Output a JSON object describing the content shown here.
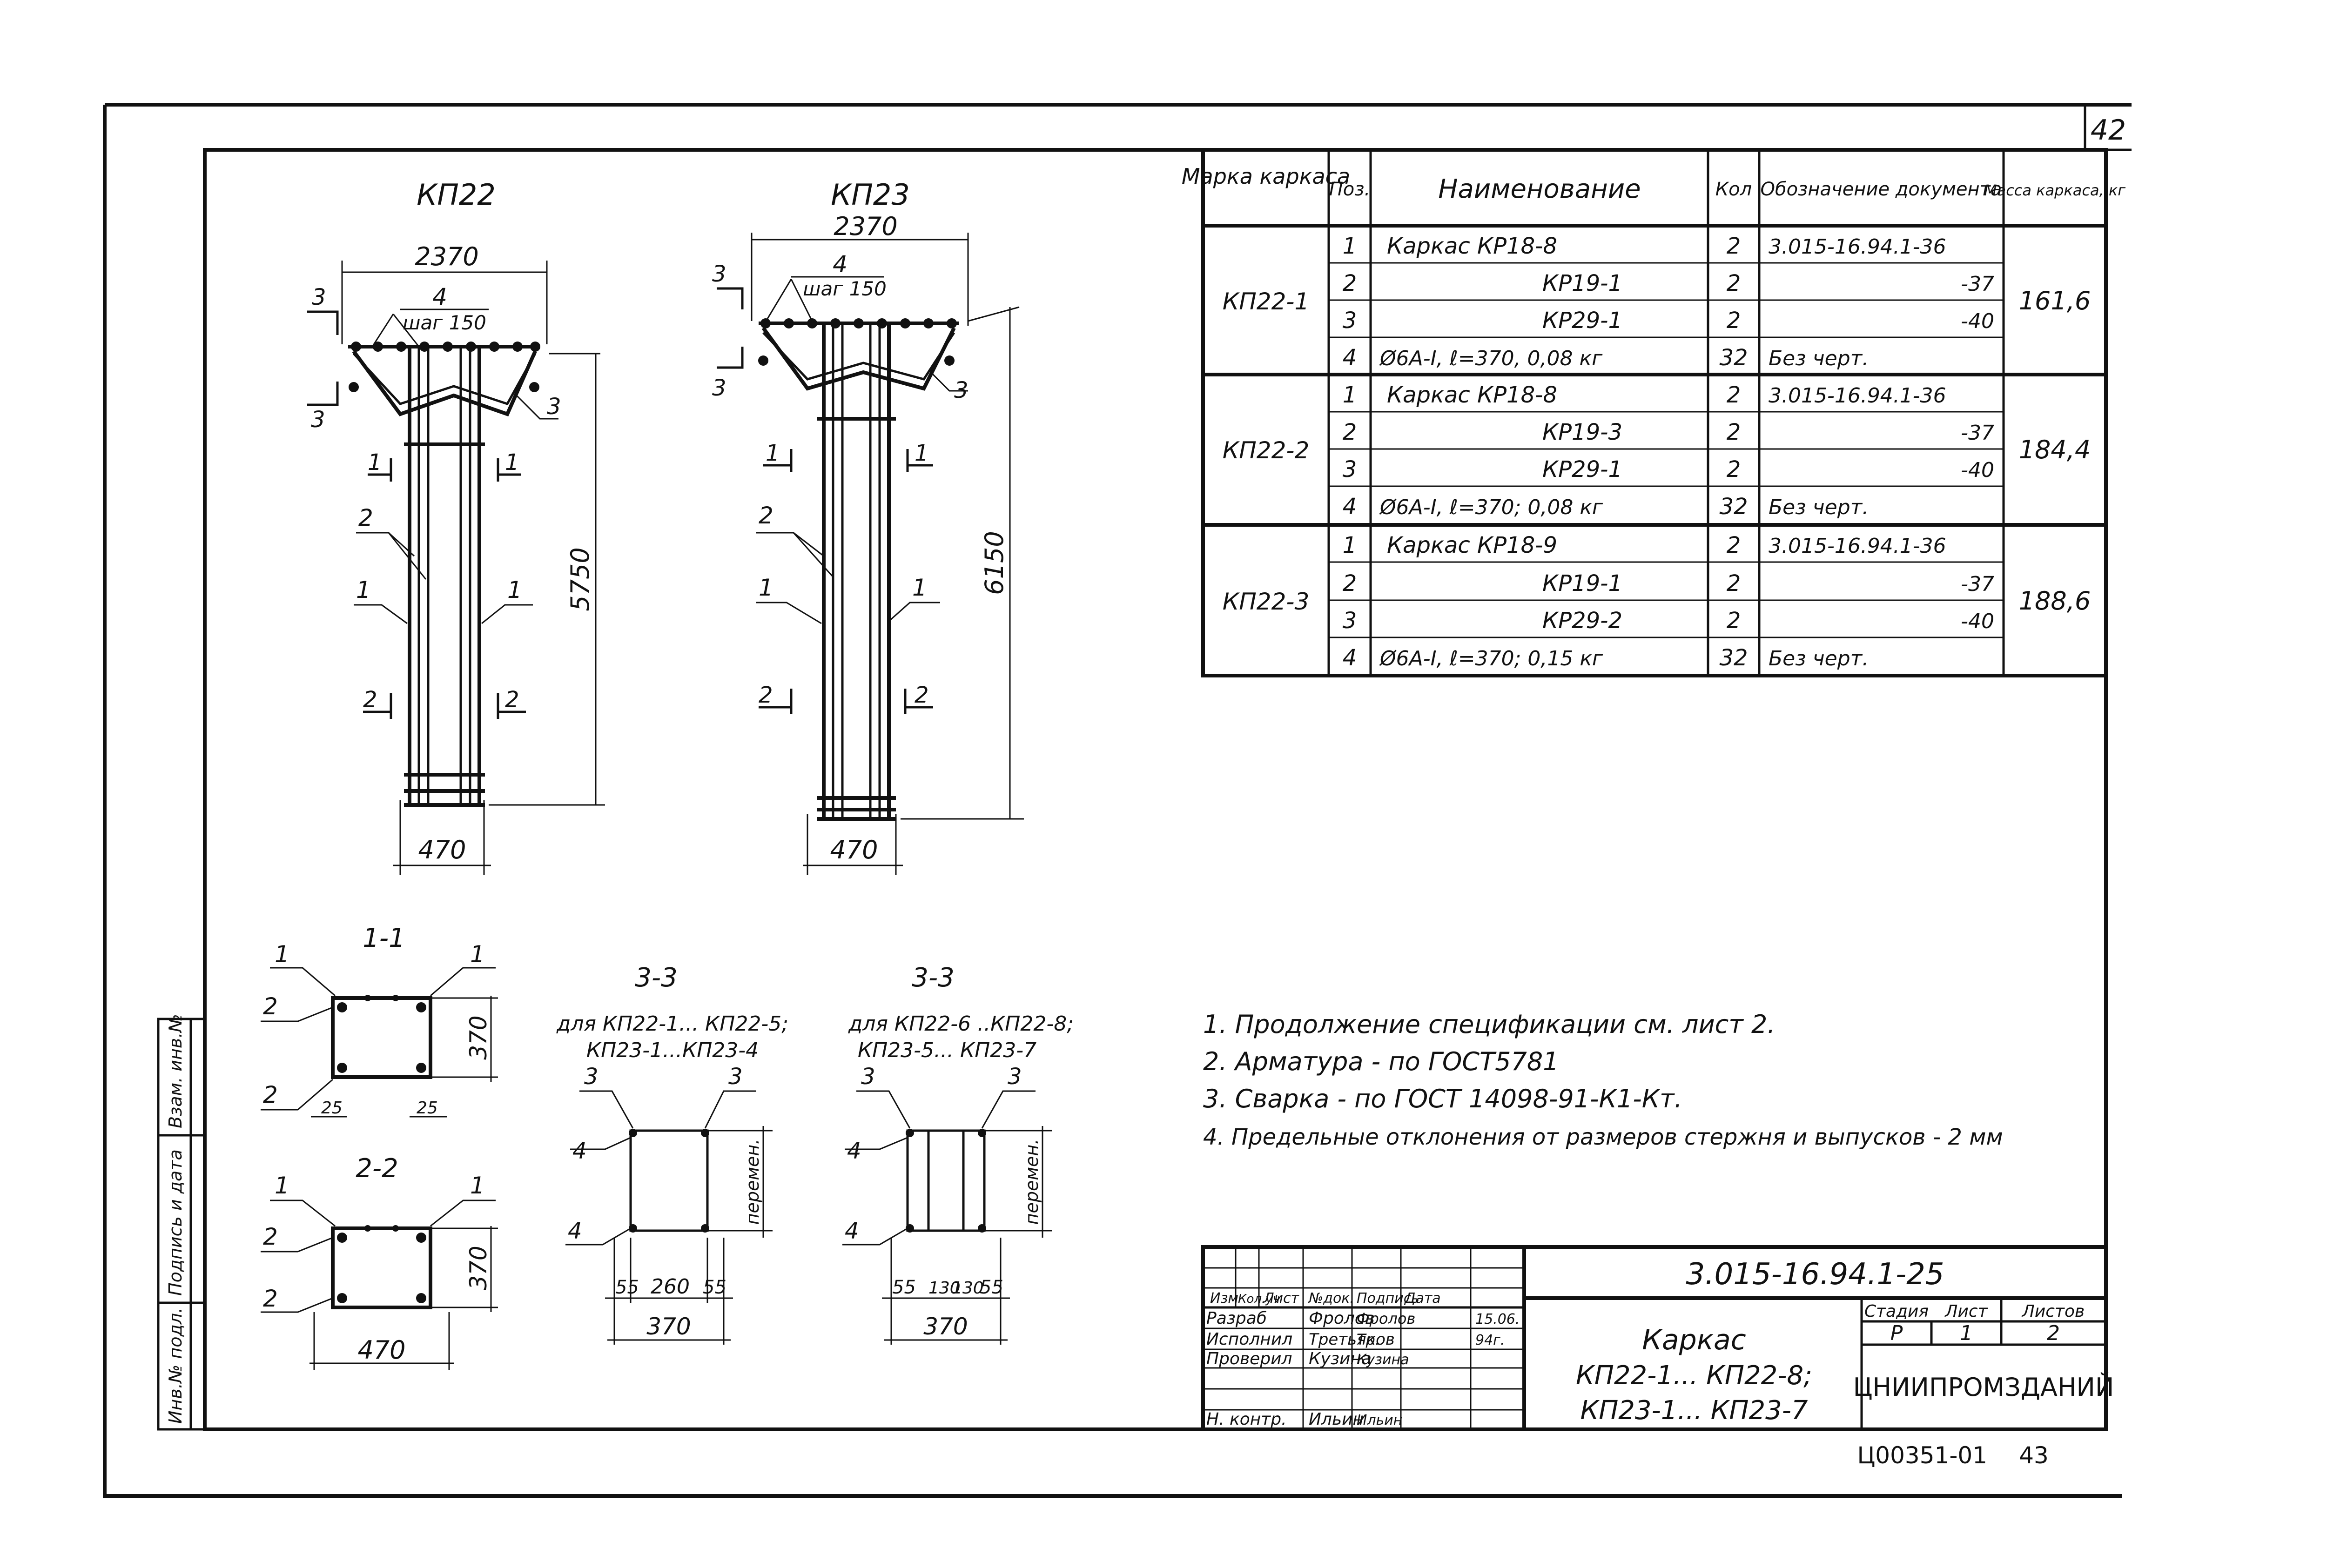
{
  "sheet": {
    "page_number": "42",
    "footer_code": "Ц00351-01",
    "footer_page": "43"
  },
  "elevations": [
    {
      "title": "КП22",
      "width_dim": "2370",
      "inner_label": "4",
      "step_label": "шаг 150",
      "height_dim": "5750",
      "bottom_dim": "470",
      "cut_a": "3",
      "cut_b": "1",
      "cut_c": "2",
      "callout_1": "1",
      "callout_2": "2",
      "callout_3": "3"
    },
    {
      "title": "КП23",
      "width_dim": "2370",
      "inner_label": "4",
      "step_label": "шаг 150",
      "height_dim": "6150",
      "bottom_dim": "470",
      "cut_a": "3",
      "cut_b": "1",
      "cut_c": "2",
      "callout_1": "1",
      "callout_2": "2",
      "callout_3": "3"
    }
  ],
  "spec_table": {
    "headers": [
      "Марка каркаса",
      "Поз.",
      "Наименование",
      "Кол",
      "Обозначение документа",
      "Масса каркаса, кг"
    ],
    "groups": [
      {
        "mark": "КП22-1",
        "mass": "161,6",
        "rows": [
          {
            "pos": "1",
            "name": "Каркас  КР18-8",
            "qty": "2",
            "doc": "3.015-16.94.1-36"
          },
          {
            "pos": "2",
            "name": "КР19-1",
            "qty": "2",
            "doc": "-37"
          },
          {
            "pos": "3",
            "name": "КР29-1",
            "qty": "2",
            "doc": "-40"
          },
          {
            "pos": "4",
            "name": "Ø6А-I, ℓ=370, 0,08 кг",
            "qty": "32",
            "doc": "Без черт."
          }
        ]
      },
      {
        "mark": "КП22-2",
        "mass": "184,4",
        "rows": [
          {
            "pos": "1",
            "name": "Каркас  КР18-8",
            "qty": "2",
            "doc": "3.015-16.94.1-36"
          },
          {
            "pos": "2",
            "name": "КР19-3",
            "qty": "2",
            "doc": "-37"
          },
          {
            "pos": "3",
            "name": "КР29-1",
            "qty": "2",
            "doc": "-40"
          },
          {
            "pos": "4",
            "name": "Ø6А-I, ℓ=370; 0,08 кг",
            "qty": "32",
            "doc": "Без черт."
          }
        ]
      },
      {
        "mark": "КП22-3",
        "mass": "188,6",
        "rows": [
          {
            "pos": "1",
            "name": "Каркас  КР18-9",
            "qty": "2",
            "doc": "3.015-16.94.1-36"
          },
          {
            "pos": "2",
            "name": "КР19-1",
            "qty": "2",
            "doc": "-37"
          },
          {
            "pos": "3",
            "name": "КР29-2",
            "qty": "2",
            "doc": "-40"
          },
          {
            "pos": "4",
            "name": "Ø6А-I, ℓ=370; 0,15 кг",
            "qty": "32",
            "doc": "Без черт."
          }
        ]
      }
    ]
  },
  "sections": {
    "s11": {
      "title": "1-1",
      "dim_h": "370",
      "dim_a": "25",
      "dim_b": "25",
      "c1": "1",
      "c2": "2"
    },
    "s22": {
      "title": "2-2",
      "dim_h": "370",
      "dim_w": "470",
      "c1": "1",
      "c2": "2"
    },
    "s33a": {
      "title": "3-3",
      "line1": "для КП22-1... КП22-5;",
      "line2": "КП23-1...КП23-4",
      "dims": [
        "55",
        "260",
        "55"
      ],
      "total": "370",
      "side": "перемен.",
      "c3": "3",
      "c4": "4"
    },
    "s33b": {
      "title": "3-3",
      "line1": "для КП22-6 ..КП22-8;",
      "line2": "КП23-5... КП23-7",
      "dims": [
        "55",
        "130",
        "130",
        "55"
      ],
      "total": "370",
      "side": "перемен.",
      "c3": "3",
      "c4": "4"
    }
  },
  "notes": [
    "1. Продолжение спецификации см. лист 2.",
    "2. Арматура - по ГОСТ5781",
    "3. Сварка - по ГОСТ 14098-91-К1-Кт.",
    "4. Предельные отклонения от размеров стержня и выпусков - 2 мм"
  ],
  "side_stamp": [
    "Инв.№ подл.",
    "Подпись и дата",
    "Взам. инв.№"
  ],
  "title_block": {
    "doc_code": "3.015-16.94.1-25",
    "rev_headers": [
      "Изм",
      "Кол.уч",
      "Лист",
      "№док.",
      "Подпись",
      "Дата"
    ],
    "people": [
      {
        "role": "Разраб",
        "name": "Фролов",
        "sign": "Фролов",
        "date": "15.06."
      },
      {
        "role": "Исполнил",
        "name": "Третьяков",
        "sign": "Тр.",
        "date": "94г."
      },
      {
        "role": "Проверил",
        "name": "Кузина",
        "sign": "Кузина",
        "date": ""
      },
      {
        "role": "Н. контр.",
        "name": "Ильин",
        "sign": "Ильин",
        "date": ""
      }
    ],
    "title_l1": "Каркас",
    "title_l2": "КП22-1... КП22-8;",
    "title_l3": "КП23-1... КП23-7",
    "stage_hdr": "Стадия",
    "sheet_hdr": "Лист",
    "sheets_hdr": "Листов",
    "stage": "Р",
    "sheet": "1",
    "sheets": "2",
    "org": "ЦНИИПРОМЗДАНИЙ"
  }
}
